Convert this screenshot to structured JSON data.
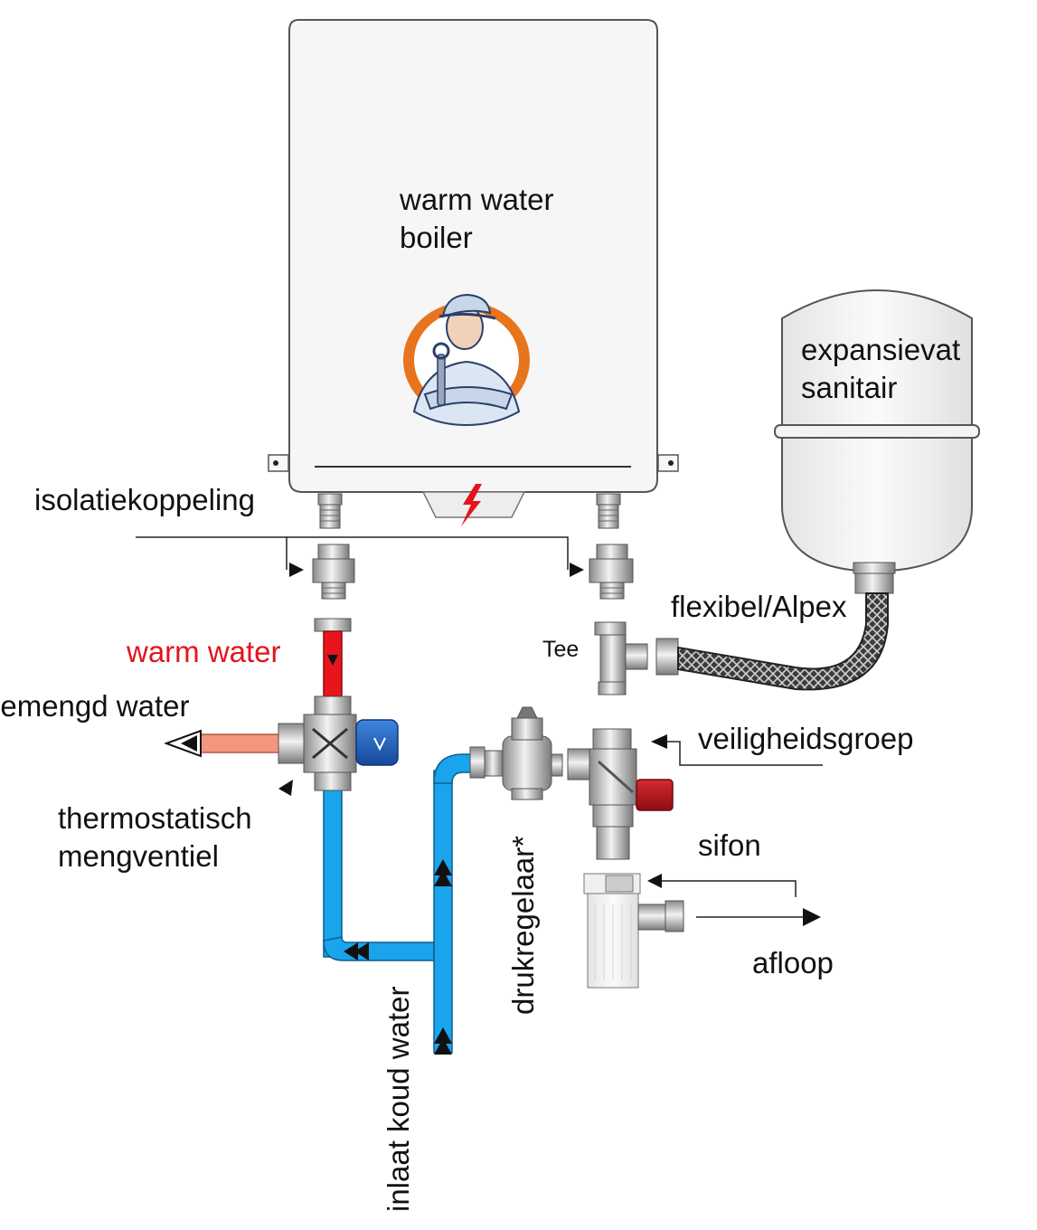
{
  "labels": {
    "boiler_line1": "warm water",
    "boiler_line2": "boiler",
    "expansion_line1": "expansievat",
    "expansion_line2": "sanitair",
    "isolation_coupling": "isolatiekoppeling",
    "flexible": "flexibel/Alpex",
    "tee": "Tee",
    "warm_water": "warm water",
    "mixed_water": "gemengd water",
    "safety_group": "veiligheidsgroep",
    "thermostatic_line1": "thermostatisch",
    "thermostatic_line2": "mengventiel",
    "siphon": "sifon",
    "pressure_regulator": "drukregelaar*",
    "drain": "afloop",
    "cold_inlet": "inlaat koud water"
  },
  "colors": {
    "hot_pipe": "#e8161c",
    "cold_pipe": "#1aa4ec",
    "mixed_pipe": "#f3967e",
    "valve_knob": "#2167c2",
    "safety_cap": "#b8141c",
    "mascot_ring": "#e8741d",
    "lightning": "#e3141d"
  },
  "icons": {
    "boiler_logo": "mechanic-mascot",
    "electric_box": "lightning-bolt-icon"
  }
}
